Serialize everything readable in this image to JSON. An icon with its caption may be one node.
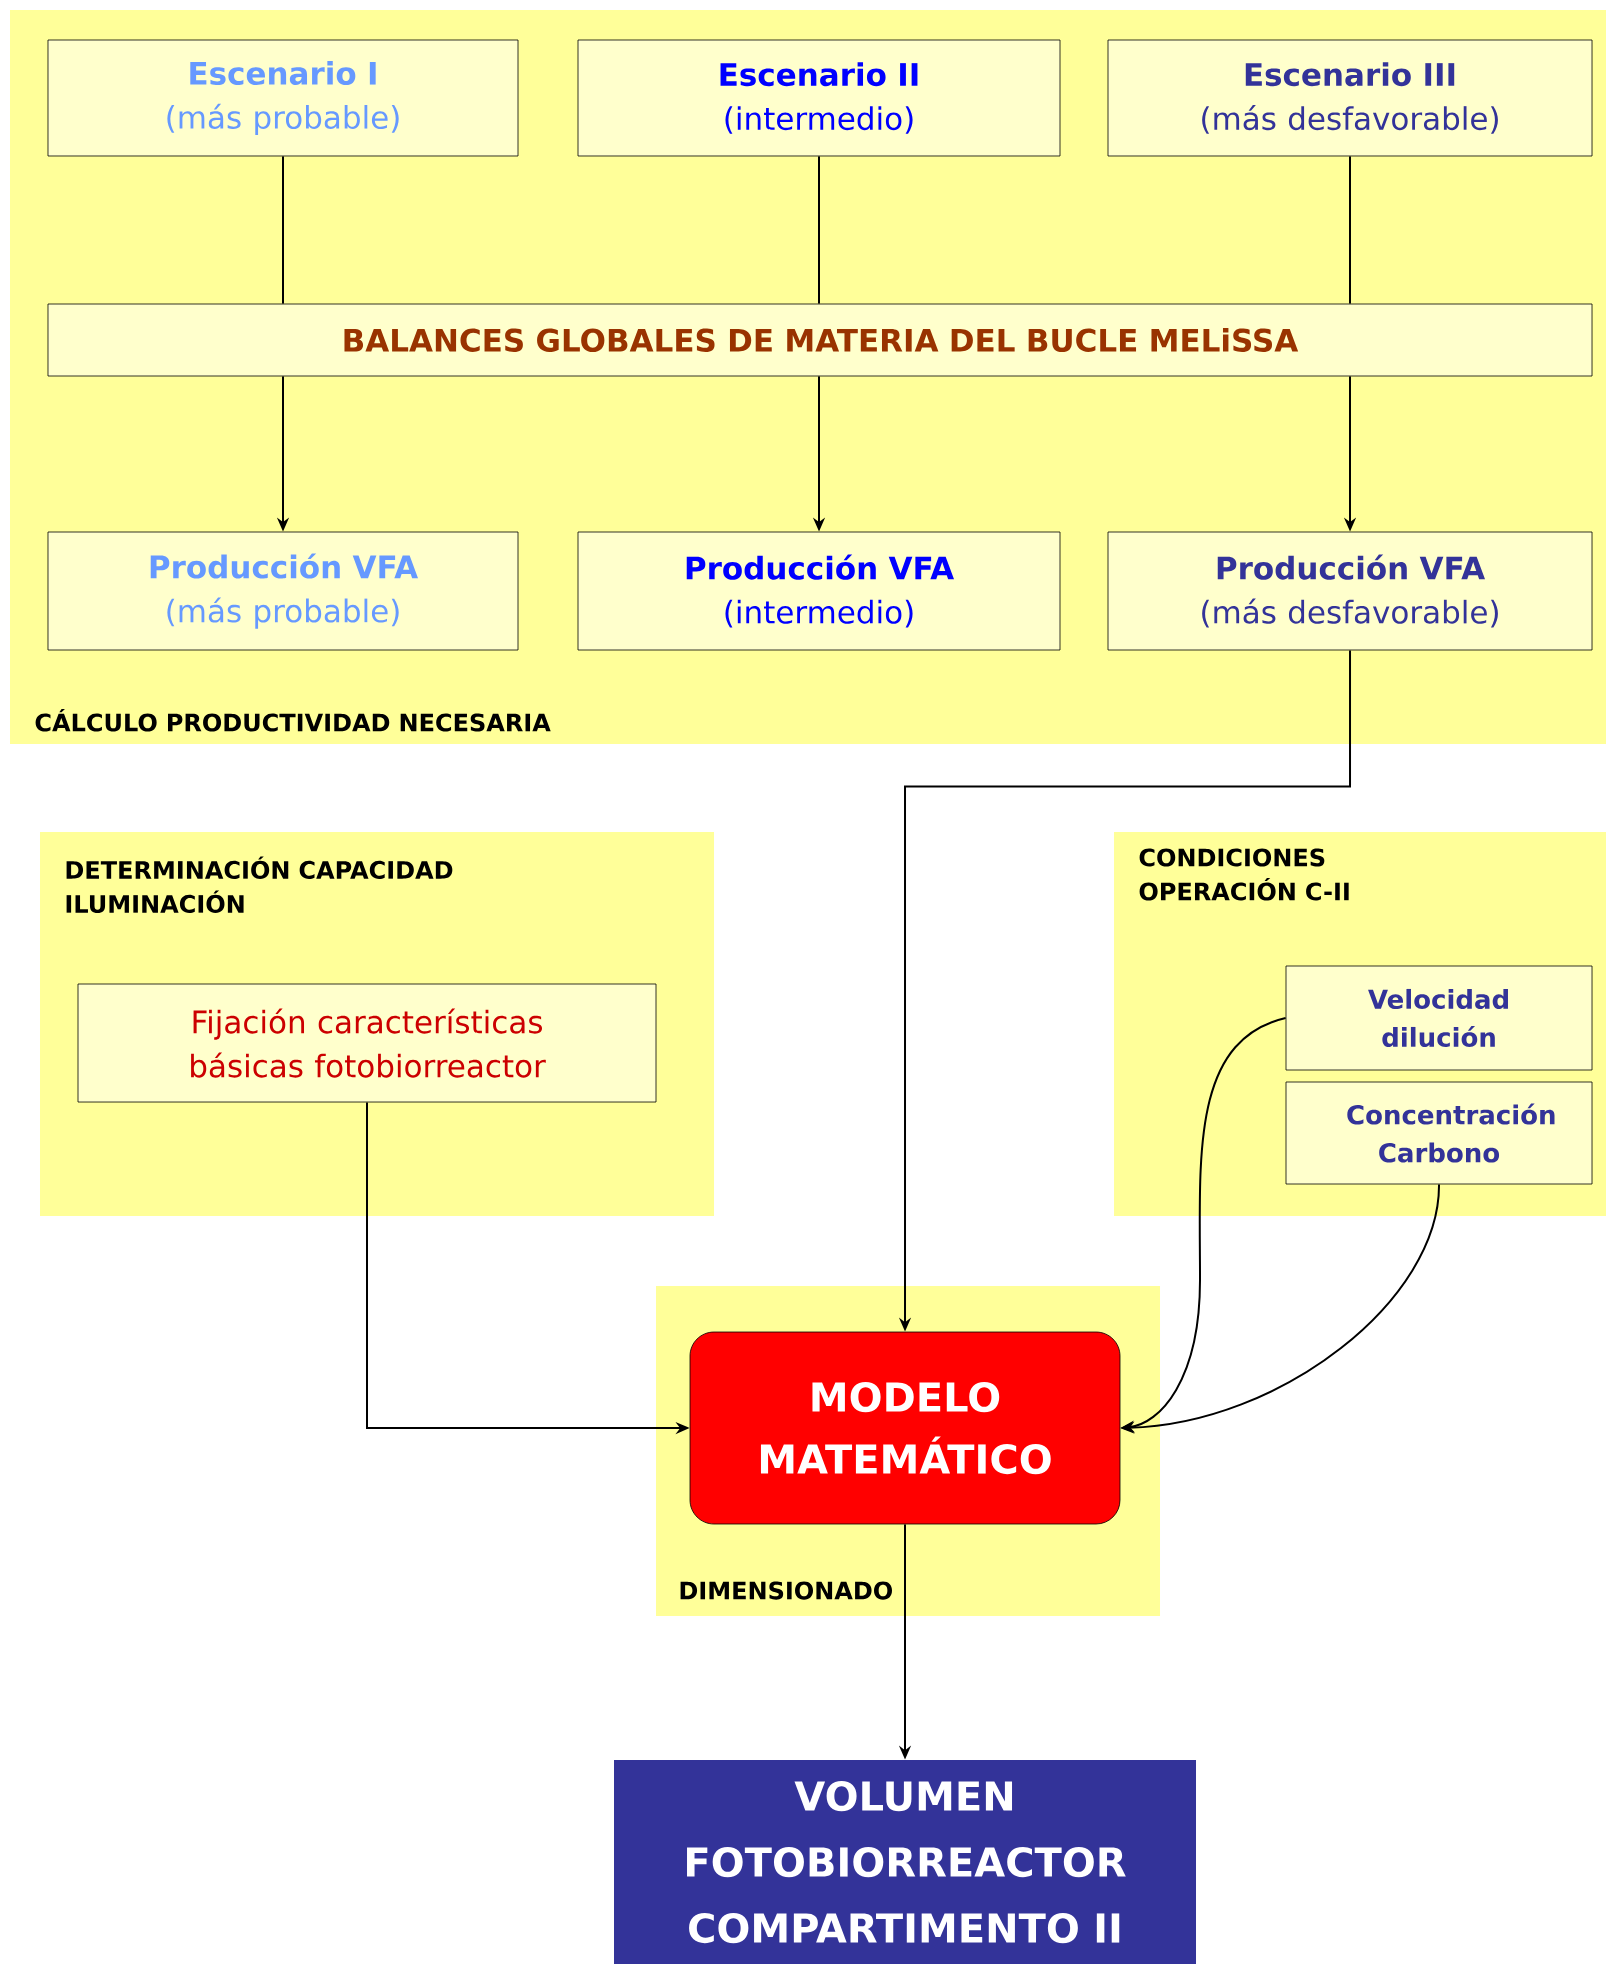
{
  "diagram": {
    "nodes": [
      {
        "text": [
          "CÁLCULO PRODUCTIVIDAD NECESARIA"
        ]
      },
      {
        "text": [
          "Escenario I",
          "(más probable)"
        ],
        "in": 0
      },
      {
        "text": [
          "Escenario II",
          "(intermedio)"
        ],
        "in": 0
      },
      {
        "text": [
          "Escenario III",
          "(más desfavorable)"
        ],
        "in": 0
      },
      {
        "text": [
          "BALANCES GLOBALES DE MATERIA DEL BUCLE MELiSSA"
        ],
        "in": 0
      },
      {
        "text": [
          "Producción VFA",
          "(más probable)"
        ],
        "in": 0
      },
      {
        "text": [
          "Producción  VFA",
          "(intermedio)"
        ],
        "in": 0
      },
      {
        "text": [
          "Producción VFA",
          "(más desfavorable)"
        ],
        "in": 0
      },
      {
        "text": [
          "DETERMINACIÓN CAPACIDAD ILUMINACIÓN"
        ]
      },
      {
        "text": [
          "Fijación características básicas fotobiorreactor"
        ],
        "in": 8
      },
      {
        "text": [
          "CONDICIONES OPERACIÓN C-II"
        ]
      },
      {
        "text": [
          "Velocidad dilución"
        ],
        "in": 10
      },
      {
        "text": [
          "Concentración Carbono"
        ],
        "in": 10
      },
      {
        "text": [
          "DIMENSIONADO"
        ]
      },
      {
        "text": [
          "MODELO MATEMÁTICO"
        ],
        "in": 13
      },
      {
        "text": [
          "VOLUMEN FOTOBIORREACTOR COMPARTIMENTO II"
        ]
      }
    ],
    "edges": [
      {
        "from": 1,
        "to": 4,
        "arrow": "none"
      },
      {
        "from": 2,
        "to": 4,
        "arrow": "none"
      },
      {
        "from": 3,
        "to": 4,
        "arrow": "none"
      },
      {
        "from": 4,
        "to": 5,
        "arrow": "to"
      },
      {
        "from": 4,
        "to": 6,
        "arrow": "to"
      },
      {
        "from": 4,
        "to": 7,
        "arrow": "to"
      },
      {
        "from": 7,
        "to": 14,
        "arrow": "to"
      },
      {
        "from": 9,
        "to": 14,
        "arrow": "to"
      },
      {
        "from": 11,
        "to": 14,
        "arrow": "to"
      },
      {
        "from": 12,
        "to": 14,
        "arrow": "to"
      },
      {
        "from": 14,
        "to": 15,
        "arrow": "to"
      }
    ]
  }
}
